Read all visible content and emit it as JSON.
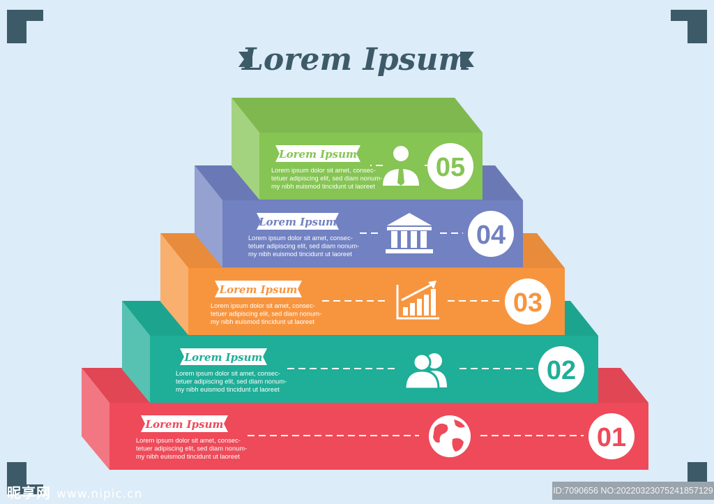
{
  "title": "Lorem Ipsum",
  "colors": {
    "background": "#dcecf8",
    "dark_accent": "#3d5a68",
    "tier_1": "#ee4a59",
    "tier_2": "#1fae98",
    "tier_3": "#f7953f",
    "tier_4": "#7181c1",
    "tier_5": "#86c454"
  },
  "tiers": [
    {
      "number": "01",
      "heading": "Lorem Ipsum",
      "text": [
        "Lorem ipsum dolor sit amet, consec-",
        "tetuer adipiscing elit, sed diam nonum-",
        "my nibh euismod tincidunt ut laoreet"
      ],
      "icon": "globe-icon"
    },
    {
      "number": "02",
      "heading": "Lorem Ipsum",
      "text": [
        "Lorem ipsum dolor sit amet, consec-",
        "tetuer adipiscing elit, sed diam nonum-",
        "my nibh euismod tincidunt ut laoreet"
      ],
      "icon": "users-icon"
    },
    {
      "number": "03",
      "heading": "Lorem Ipsum",
      "text": [
        "Lorem ipsum dolor sit amet, consec-",
        "tetuer adipiscing elit, sed diam nonum-",
        "my nibh euismod tincidunt ut laoreet"
      ],
      "icon": "growth-chart-icon"
    },
    {
      "number": "04",
      "heading": "Lorem Ipsum",
      "text": [
        "Lorem ipsum dolor sit amet, consec-",
        "tetuer adipiscing elit, sed diam nonum-",
        "my nibh euismod tincidunt ut laoreet"
      ],
      "icon": "bank-building-icon"
    },
    {
      "number": "05",
      "heading": "Lorem Ipsum",
      "text": [
        "Lorem ipsum dolor sit amet, consec-",
        "tetuer adipiscing elit, sed diam nonum-",
        "my nibh euismod tincidunt ut laoreet"
      ],
      "icon": "businessman-icon"
    }
  ],
  "watermark": {
    "site_name": "昵享网",
    "site_url": "www.nipic.cn",
    "image_id": "ID:7090656 NO:20220323075241857129"
  }
}
